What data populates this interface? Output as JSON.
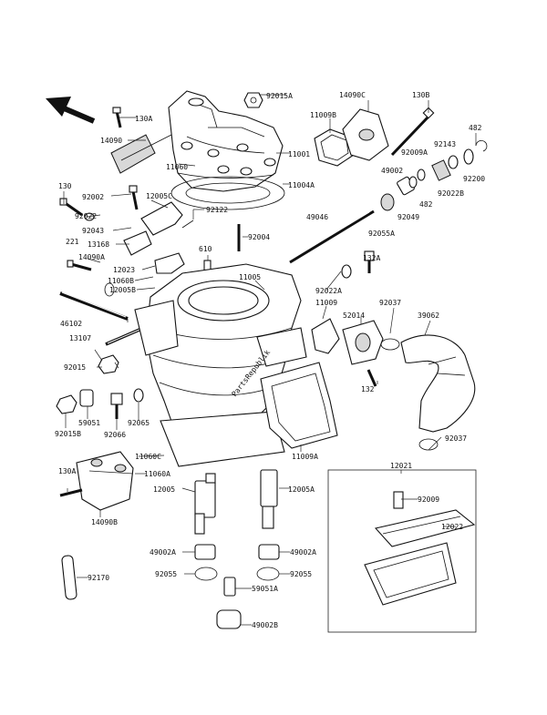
{
  "watermark": "PartsRepublik",
  "callouts": [
    {
      "id": "c1",
      "label": "92015A"
    },
    {
      "id": "c2",
      "label": "14090C"
    },
    {
      "id": "c3",
      "label": "130B"
    },
    {
      "id": "c4",
      "label": "130A"
    },
    {
      "id": "c5",
      "label": "11009B"
    },
    {
      "id": "c6",
      "label": "482"
    },
    {
      "id": "c7",
      "label": "14090"
    },
    {
      "id": "c8",
      "label": "11001"
    },
    {
      "id": "c9",
      "label": "92009A"
    },
    {
      "id": "c10",
      "label": "92143"
    },
    {
      "id": "c11",
      "label": "11060"
    },
    {
      "id": "c12",
      "label": "49002"
    },
    {
      "id": "c13",
      "label": "92200"
    },
    {
      "id": "c14",
      "label": "11004A"
    },
    {
      "id": "c15",
      "label": "92022B"
    },
    {
      "id": "c16",
      "label": "130"
    },
    {
      "id": "c17",
      "label": "92002"
    },
    {
      "id": "c18",
      "label": "12005C"
    },
    {
      "id": "c19",
      "label": "482"
    },
    {
      "id": "c20",
      "label": "92022"
    },
    {
      "id": "c21",
      "label": "92049"
    },
    {
      "id": "c22",
      "label": "92122"
    },
    {
      "id": "c23",
      "label": "49046"
    },
    {
      "id": "c24",
      "label": "92043"
    },
    {
      "id": "c25",
      "label": "92055A"
    },
    {
      "id": "c26",
      "label": "13168"
    },
    {
      "id": "c27",
      "label": "92004"
    },
    {
      "id": "c28",
      "label": "221"
    },
    {
      "id": "c29",
      "label": "14090A"
    },
    {
      "id": "c30",
      "label": "12023"
    },
    {
      "id": "c31",
      "label": "610"
    },
    {
      "id": "c32",
      "label": "132A"
    },
    {
      "id": "c33",
      "label": "11060B"
    },
    {
      "id": "c34",
      "label": "11005"
    },
    {
      "id": "c35",
      "label": "92022A"
    },
    {
      "id": "c36",
      "label": "12005B"
    },
    {
      "id": "c37",
      "label": "11009"
    },
    {
      "id": "c38",
      "label": "92037"
    },
    {
      "id": "c39",
      "label": "46102"
    },
    {
      "id": "c40",
      "label": "52014"
    },
    {
      "id": "c41",
      "label": "39062"
    },
    {
      "id": "c42",
      "label": "13107"
    },
    {
      "id": "c43",
      "label": "92015"
    },
    {
      "id": "c44",
      "label": "132"
    },
    {
      "id": "c45",
      "label": "59051"
    },
    {
      "id": "c46",
      "label": "92065"
    },
    {
      "id": "c47",
      "label": "92015B"
    },
    {
      "id": "c48",
      "label": "92066"
    },
    {
      "id": "c49",
      "label": "92037"
    },
    {
      "id": "c50",
      "label": "11060C"
    },
    {
      "id": "c51",
      "label": "11009A"
    },
    {
      "id": "c52",
      "label": "130A"
    },
    {
      "id": "c53",
      "label": "11060A"
    },
    {
      "id": "c54",
      "label": "12021"
    },
    {
      "id": "c55",
      "label": "12005"
    },
    {
      "id": "c56",
      "label": "12005A"
    },
    {
      "id": "c57",
      "label": "92009"
    },
    {
      "id": "c58",
      "label": "14090B"
    },
    {
      "id": "c59",
      "label": "12022"
    },
    {
      "id": "c60",
      "label": "49002A"
    },
    {
      "id": "c61",
      "label": "49002A"
    },
    {
      "id": "c62",
      "label": "92055"
    },
    {
      "id": "c63",
      "label": "92055"
    },
    {
      "id": "c64",
      "label": "92170"
    },
    {
      "id": "c65",
      "label": "59051A"
    },
    {
      "id": "c66",
      "label": "49002B"
    }
  ]
}
